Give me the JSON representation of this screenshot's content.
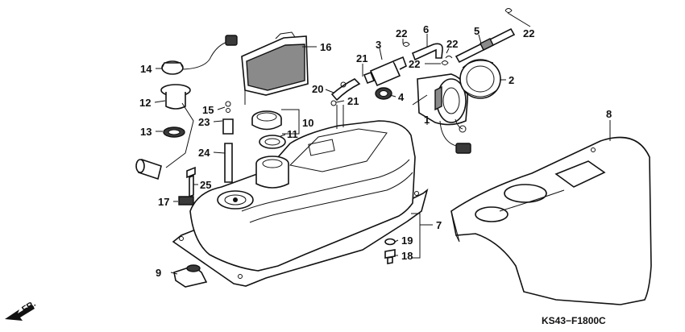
{
  "diagram_code": "KS43−F1800C",
  "direction_label": "FR.",
  "callouts": {
    "c1": "1",
    "c2": "2",
    "c3": "3",
    "c4": "4",
    "c5": "5",
    "c6": "6",
    "c7": "7",
    "c8": "8",
    "c9": "9",
    "c10": "10",
    "c11": "11",
    "c12": "12",
    "c13": "13",
    "c14": "14",
    "c15": "15",
    "c16": "16",
    "c17": "17",
    "c18": "18",
    "c19": "19",
    "c20": "20",
    "c21a": "21",
    "c21b": "21",
    "c22a": "22",
    "c22b": "22",
    "c22c": "22",
    "c22d": "22",
    "c23": "23",
    "c24": "24",
    "c25": "25"
  }
}
